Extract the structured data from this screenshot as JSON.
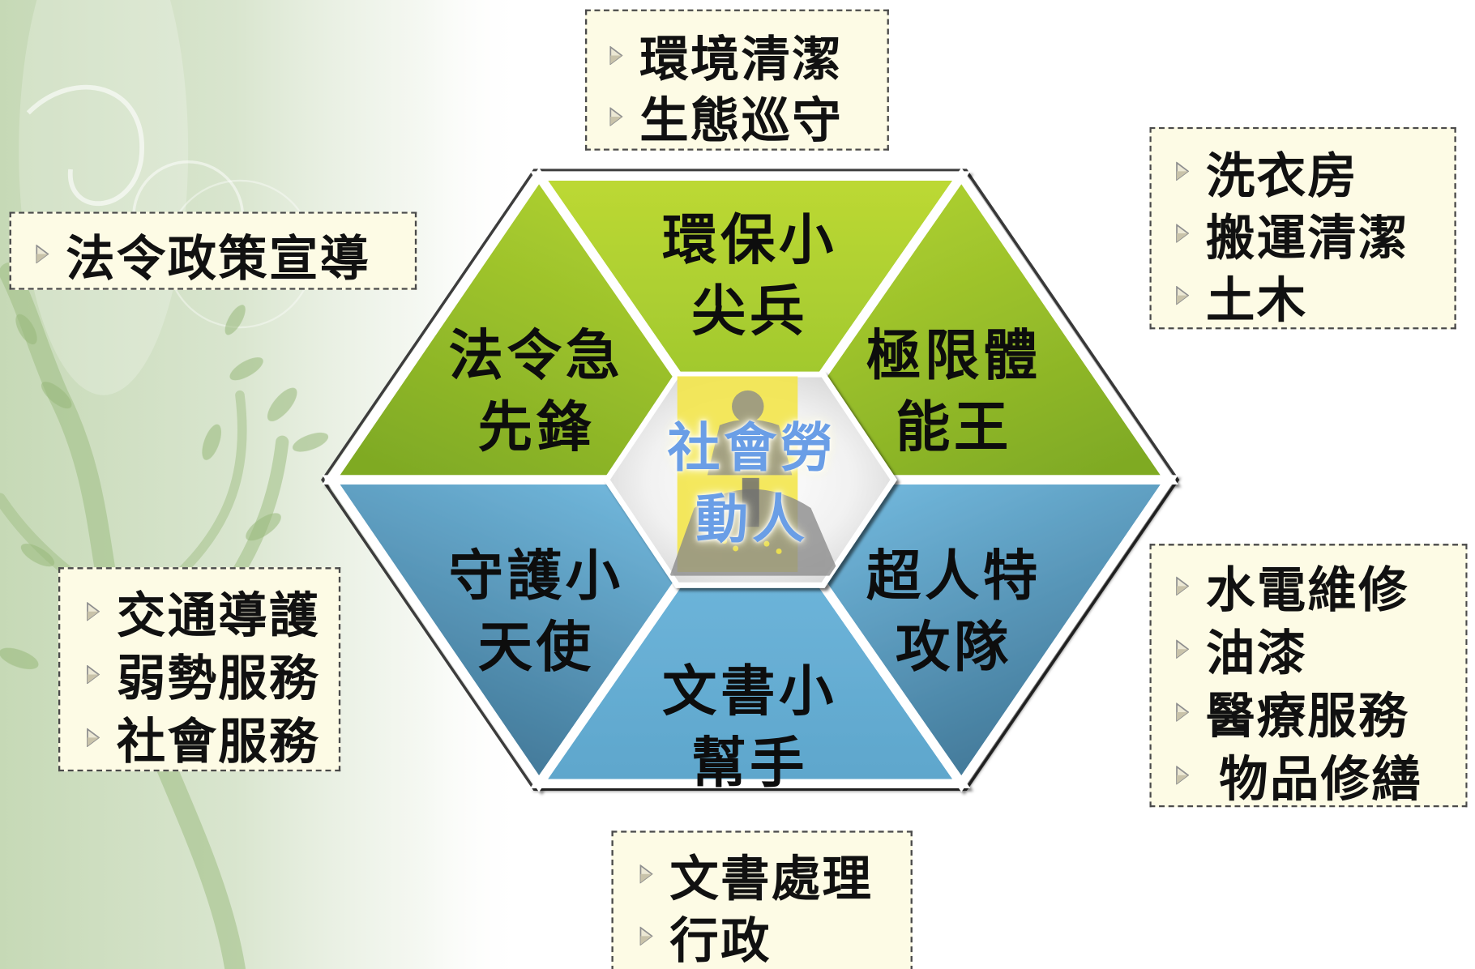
{
  "boxes": {
    "top": {
      "items": [
        "環境清潔",
        "生態巡守"
      ]
    },
    "top_right": {
      "items": [
        "洗衣房",
        "搬運清潔",
        "土木"
      ]
    },
    "left": {
      "items": [
        "法令政策宣導"
      ]
    },
    "left_lower": {
      "items": [
        "交通導護",
        "弱勢服務",
        "社會服務"
      ]
    },
    "right_lower": {
      "items": [
        "水電維修",
        "油漆",
        "醫療服務",
        "物品修繕"
      ]
    },
    "bottom": {
      "items": [
        "文書處理",
        "行政"
      ]
    }
  },
  "hexagon": {
    "center": {
      "lines": [
        "社會勞",
        "動人"
      ]
    },
    "segments": {
      "top": {
        "lines": [
          "環保小",
          "尖兵"
        ]
      },
      "upper_left": {
        "lines": [
          "法令急",
          "先鋒"
        ]
      },
      "upper_right": {
        "lines": [
          "極限體",
          "能王"
        ]
      },
      "lower_left": {
        "lines": [
          "守護小",
          "天使"
        ]
      },
      "bottom": {
        "lines": [
          "文書小",
          "幫手"
        ]
      },
      "lower_right": {
        "lines": [
          "超人特",
          "攻隊"
        ]
      }
    }
  },
  "icons": {
    "bullet": "triangle-bullet-icon",
    "center_figure": "worker-figure-icon",
    "background": "tree-vine-decoration"
  },
  "colors": {
    "green_light": "#bdd934",
    "green_dark": "#7faa24",
    "blue_light": "#74bbe0",
    "blue_dark": "#3b6f8e",
    "box_background": "#fdfbe5",
    "box_border": "#4a4a4a",
    "center_text": "#6a9ee6",
    "center_highlight": "#f3e54b",
    "background_green": "#c6d9b6"
  }
}
